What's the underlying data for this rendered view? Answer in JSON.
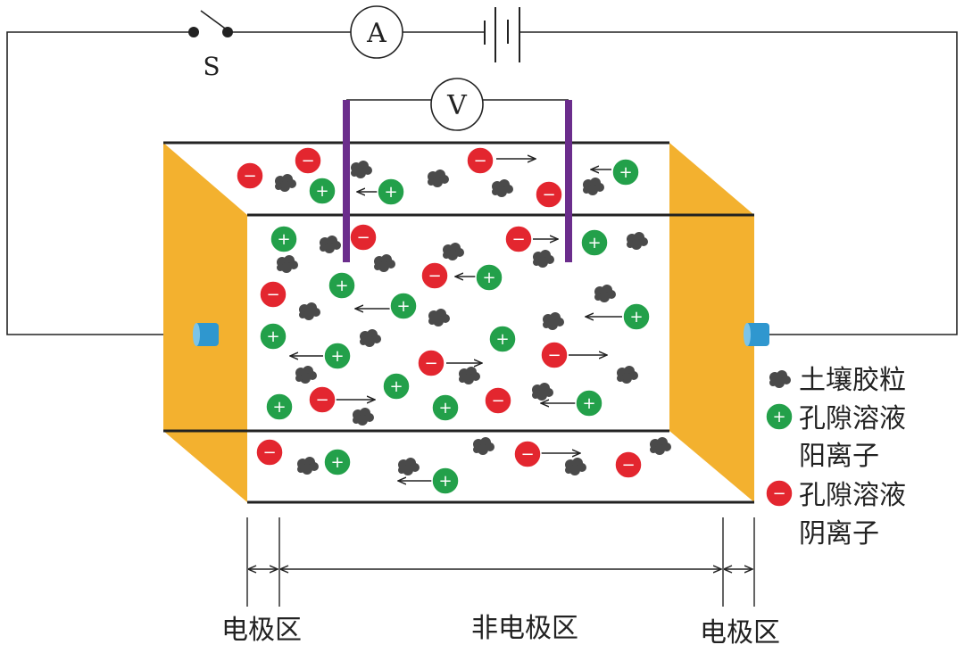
{
  "circuit": {
    "switch_label": "S",
    "ammeter_label": "A",
    "voltmeter_label": "V"
  },
  "ions": {
    "cation_symbol": "+",
    "anion_symbol": "−"
  },
  "legend": {
    "colloid": "土壤胶粒",
    "cation_line1": "孔隙溶液",
    "cation_line2": "阳离子",
    "anion_line1": "孔隙溶液",
    "anion_line2": "阴离子"
  },
  "zones": {
    "left_electrode": "电极区",
    "middle": "非电极区",
    "right_electrode": "电极区"
  },
  "colors": {
    "electrode_plate": "#f3b12f",
    "probe": "#6b2d8c",
    "cation": "#23a04a",
    "anion": "#e3262f",
    "colloid": "#4a4a4a",
    "connector": "#2f97cf"
  }
}
